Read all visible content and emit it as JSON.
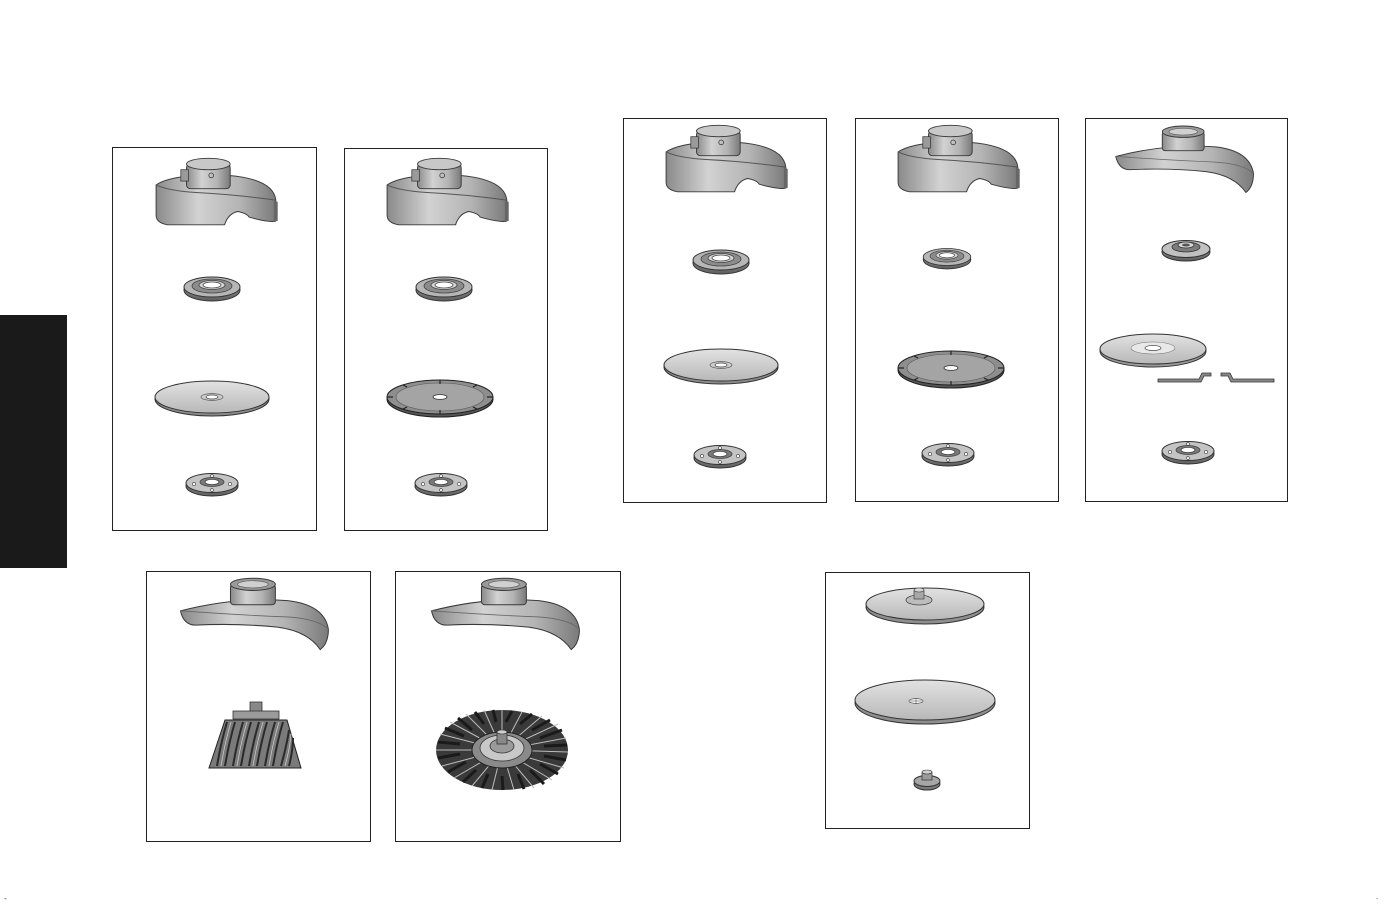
{
  "page": {
    "crop_marks": [
      "-",
      "."
    ]
  },
  "colors": {
    "background": "#ffffff",
    "side_tab": "#1a1a1a",
    "panel_border": "#222222",
    "metal_light": "#d4d4d4",
    "metal_mid": "#a8a8a8",
    "metal_dark": "#6e6e6e",
    "outline": "#3a3a3a"
  },
  "panels": [
    {
      "id": "p1",
      "parts": [
        "type1-guard-icon",
        "backing-flange-icon",
        "cutting-wheel-icon",
        "lock-nut-icon"
      ]
    },
    {
      "id": "p2",
      "parts": [
        "type1-guard-icon",
        "backing-flange-icon",
        "segmented-diamond-wheel-icon",
        "lock-nut-icon"
      ]
    },
    {
      "id": "p3",
      "parts": [
        "type1-guard-icon",
        "backing-flange-icon",
        "cutting-wheel-icon",
        "lock-nut-icon"
      ]
    },
    {
      "id": "p4",
      "parts": [
        "type1-guard-icon",
        "backing-flange-icon",
        "segmented-diamond-wheel-icon",
        "lock-nut-icon"
      ]
    },
    {
      "id": "p5",
      "parts": [
        "type27-guard-icon",
        "flange-icon",
        "depressed-center-wheel-icon",
        "wheel-profile-icon",
        "lock-nut-icon"
      ]
    },
    {
      "id": "p6",
      "parts": [
        "type27-guard-icon",
        "cup-wire-brush-icon"
      ]
    },
    {
      "id": "p7",
      "parts": [
        "type27-guard-icon",
        "wire-wheel-icon"
      ]
    },
    {
      "id": "p8",
      "parts": [
        "backing-pad-icon",
        "sanding-disc-icon",
        "clamp-nut-icon"
      ]
    }
  ]
}
